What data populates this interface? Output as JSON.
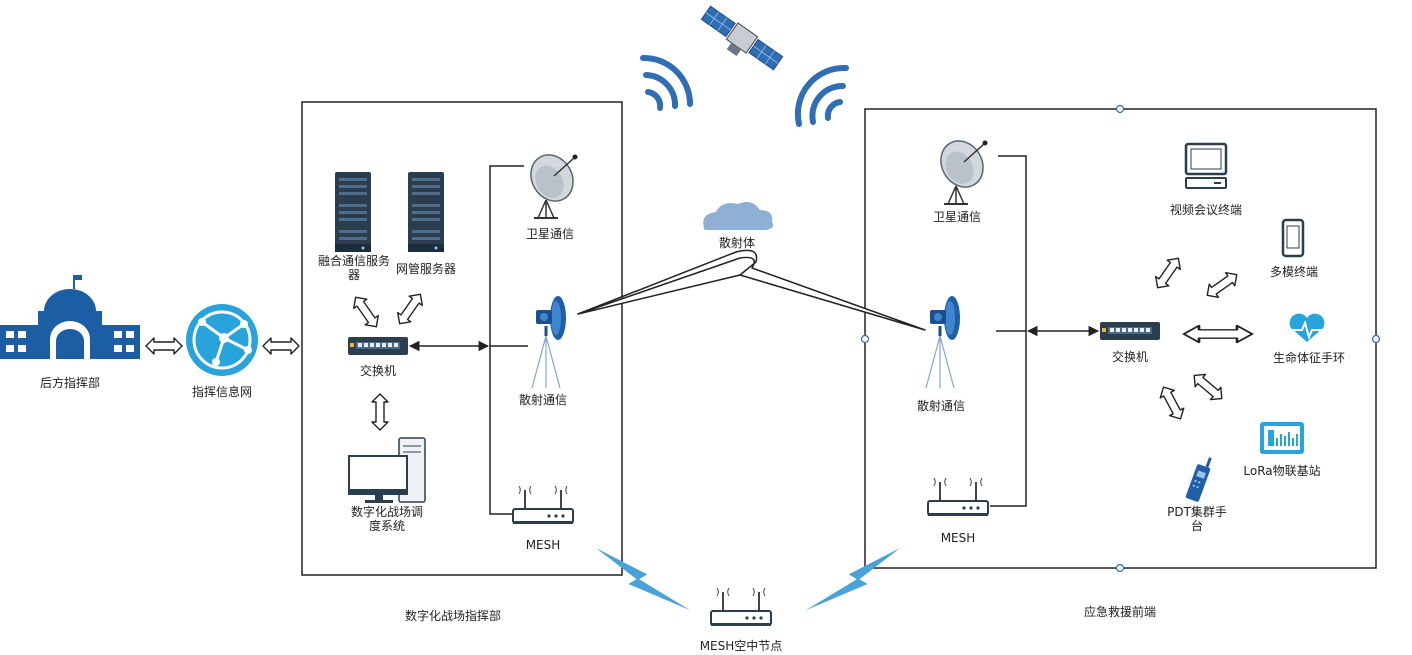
{
  "left_panel": {
    "caption": "数字化战场指挥部",
    "converged_server": "融合通信服务器",
    "nm_server": "网管服务器",
    "switch": "交换机",
    "satellite": "卫星通信",
    "scatter": "散射通信",
    "mesh": "MESH",
    "dispatch_system": "数字化战场调度系统"
  },
  "right_panel": {
    "caption": "应急救援前端",
    "satellite": "卫星通信",
    "scatter": "散射通信",
    "mesh": "MESH",
    "switch": "交换机",
    "video_terminal": "视频会议终端",
    "multimode_terminal": "多模终端",
    "vital_band": "生命体征手环",
    "lora_station": "LoRa物联基站",
    "pdt_handset": "PDT集群手台"
  },
  "rear_hq": "后方指挥部",
  "command_network": "指挥信息网",
  "scatterer": "散射体",
  "mesh_air_node": "MESH空中节点",
  "colors": {
    "accent_blue": "#2f6db5",
    "server_dark": "#2b3e50",
    "icon_blue": "#1f7fc4",
    "cyan": "#29a3dc",
    "line": "#222222"
  }
}
